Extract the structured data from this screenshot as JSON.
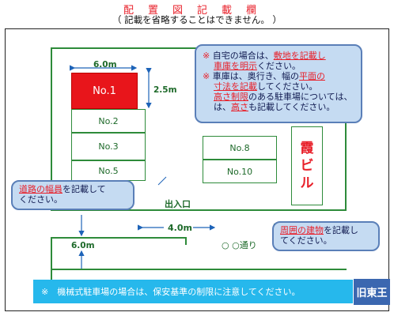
{
  "header": {
    "title": "配置図記載欄",
    "subtitle": "（ 記載を省略することはできません。 ）"
  },
  "spaces": [
    "No.1",
    "No.2",
    "No.3",
    "No.5"
  ],
  "spaces_right": [
    "No.8",
    "No.10"
  ],
  "dimensions": {
    "width": "6.0m",
    "length": "2.5m",
    "road_width": "6.0m",
    "road_width_2": "4.0m"
  },
  "building": {
    "name_line1": "霞",
    "name_line2": "ビ",
    "name_line3": "ル"
  },
  "labels": {
    "entrance": "出入口",
    "street": "○ ○通り"
  },
  "bubble_main": {
    "line1_mark": "※",
    "line1_a": "自宅の場合は、",
    "line1_b": "敷地を記載し",
    "line2": "車庫を明示",
    "line2_b": "ください。",
    "line3_mark": "※",
    "line3_a": "車庫は、奥行き、幅の",
    "line3_b": "平面の",
    "line4_a": "寸法を記載",
    "line4_b": "してください。",
    "line5_a": "高さ制限",
    "line5_b": "のある駐車場については、",
    "line6_a": "は、",
    "line6_b": "高さ",
    "line6_c": "も記載してください。"
  },
  "bubble_road": {
    "a": "道路の幅員",
    "b": "を記載して",
    "c": "ください。"
  },
  "bubble_bldg": {
    "a": "周囲の建物",
    "b": "を記載し",
    "c": "てください。"
  },
  "notice": "※　機械式駐車場の場合は、保安基準の制限に注意してください。",
  "logo": "旧東王",
  "colors": {
    "red": "#e8151b",
    "green": "#2e8b3a",
    "bubble": "#c5dbf2",
    "notice": "#26b8ec"
  }
}
